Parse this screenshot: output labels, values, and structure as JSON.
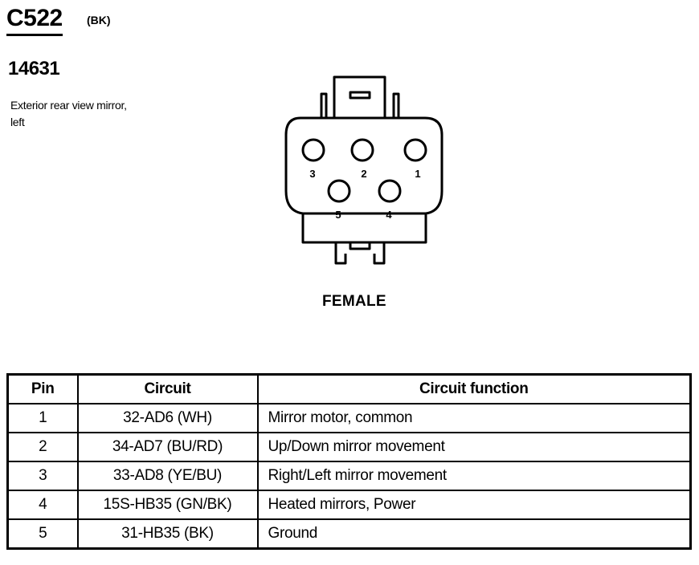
{
  "connector": {
    "id": "C522",
    "color": "(BK)",
    "part_number": "14631",
    "description": "Exterior rear view mirror, left",
    "gender": "FEMALE"
  },
  "pins": [
    {
      "label": "1"
    },
    {
      "label": "2"
    },
    {
      "label": "3"
    },
    {
      "label": "4"
    },
    {
      "label": "5"
    }
  ],
  "table": {
    "headers": {
      "pin": "Pin",
      "circuit": "Circuit",
      "function": "Circuit function"
    },
    "rows": [
      {
        "pin": "1",
        "circuit": "32-AD6 (WH)",
        "function": "Mirror motor, common"
      },
      {
        "pin": "2",
        "circuit": "34-AD7 (BU/RD)",
        "function": "Up/Down mirror movement"
      },
      {
        "pin": "3",
        "circuit": "33-AD8 (YE/BU)",
        "function": "Right/Left mirror movement"
      },
      {
        "pin": "4",
        "circuit": "15S-HB35 (GN/BK)",
        "function": "Heated mirrors, Power"
      },
      {
        "pin": "5",
        "circuit": "31-HB35 (BK)",
        "function": "Ground"
      }
    ]
  }
}
